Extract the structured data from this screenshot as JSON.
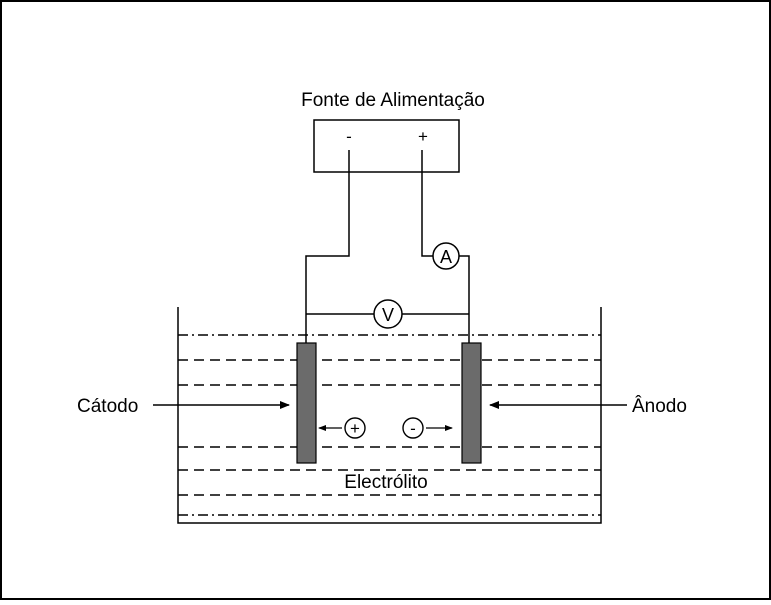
{
  "diagram": {
    "title": "Fonte de Alimentação",
    "power_supply": {
      "negative_terminal": "-",
      "positive_terminal": "+"
    },
    "ammeter_label": "A",
    "voltmeter_label": "V",
    "cathode_label": "Cátodo",
    "anode_label": "Ânodo",
    "electrolyte_label": "Electrólito",
    "ions": {
      "cation": "+",
      "anion": "-"
    },
    "colors": {
      "electrode": "#6b6b6b",
      "frame": "#000000",
      "background": "#ffffff"
    }
  }
}
